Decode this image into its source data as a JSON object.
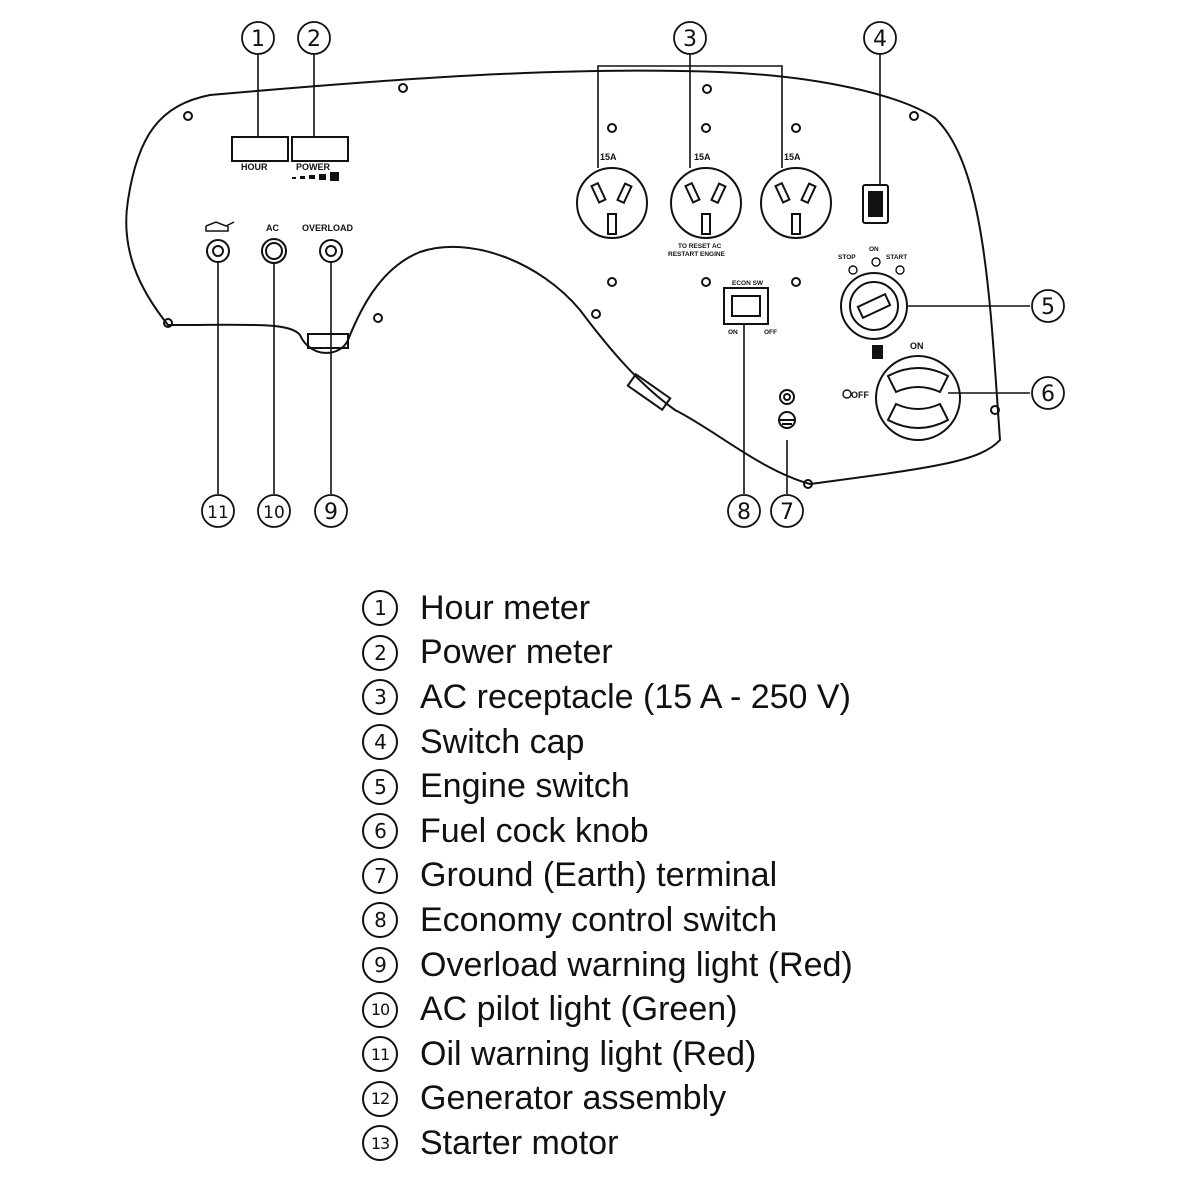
{
  "panel": {
    "hour_label": "HOUR",
    "power_label": "POWER",
    "ac_label": "AC",
    "overload_label": "OVERLOAD",
    "receptacle_rating": "15A",
    "reset_note_line1": "TO RESET AC",
    "reset_note_line2": "RESTART ENGINE",
    "econ_label": "ECON SW",
    "econ_on": "ON",
    "econ_off": "OFF",
    "stop_label": "STOP",
    "on_label": "ON",
    "start_label": "START",
    "fuel_on": "ON",
    "fuel_off": "OFF"
  },
  "callouts": [
    "1",
    "2",
    "3",
    "4",
    "5",
    "6",
    "7",
    "8",
    "9",
    "10",
    "11"
  ],
  "legend": [
    {
      "num": "1",
      "text": "Hour meter"
    },
    {
      "num": "2",
      "text": "Power meter"
    },
    {
      "num": "3",
      "text": "AC receptacle (15 A - 250 V)"
    },
    {
      "num": "4",
      "text": "Switch cap"
    },
    {
      "num": "5",
      "text": "Engine switch"
    },
    {
      "num": "6",
      "text": "Fuel cock knob"
    },
    {
      "num": "7",
      "text": "Ground (Earth) terminal"
    },
    {
      "num": "8",
      "text": "Economy control switch"
    },
    {
      "num": "9",
      "text": "Overload warning light (Red)"
    },
    {
      "num": "10",
      "text": "AC pilot light (Green)"
    },
    {
      "num": "11",
      "text": "Oil warning light (Red)"
    },
    {
      "num": "12",
      "text": "Generator assembly"
    },
    {
      "num": "13",
      "text": "Starter motor"
    }
  ]
}
